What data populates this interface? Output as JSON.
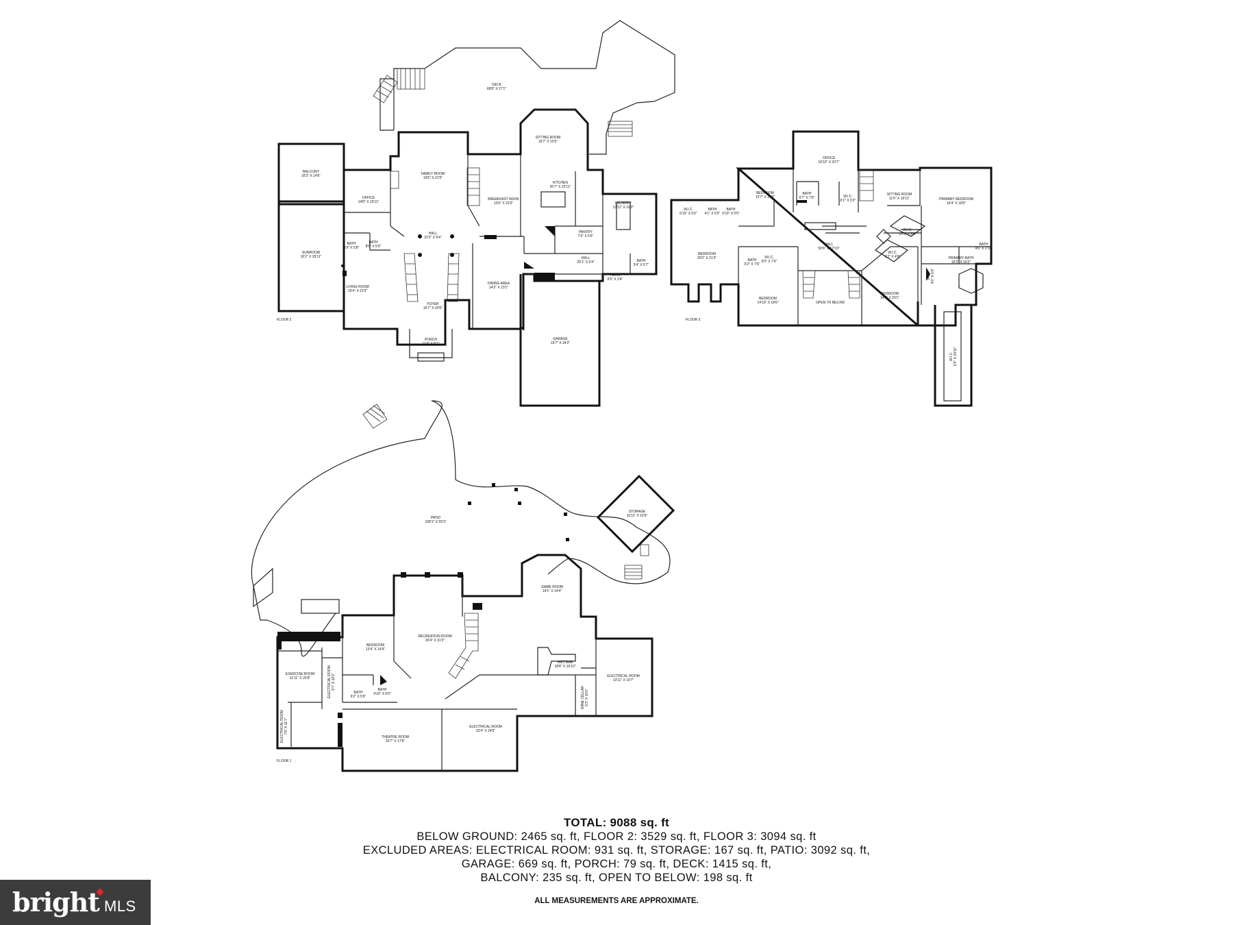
{
  "floor_labels": {
    "floor2": "FLOOR 2",
    "floor3": "FLOOR 3",
    "floor1": "FLOOR 1"
  },
  "rooms": {
    "deck": {
      "name": "DECK",
      "dim": "68'8\" X 27'1\""
    },
    "balcony": {
      "name": "BALCONY",
      "dim": "16'3\" X 14'6\""
    },
    "sunroom": {
      "name": "SUNROOM",
      "dim": "16'2\" X 26'11\""
    },
    "office2": {
      "name": "OFFICE",
      "dim": "14'8\" X 15'11\""
    },
    "bath2a": {
      "name": "BATH",
      "dim": "5'9\" X 5'8\""
    },
    "bath2b": {
      "name": "BATH",
      "dim": "8'6\" X 5'0\""
    },
    "family": {
      "name": "FAMILY ROOM",
      "dim": "19'6\" X 21'5\""
    },
    "hall2": {
      "name": "HALL",
      "dim": "22'2\" X 9'4\""
    },
    "living": {
      "name": "LIVING ROOM",
      "dim": "15'4\" X 22'3\""
    },
    "foyer": {
      "name": "FOYER",
      "dim": "16'7\" X 20'0\""
    },
    "porch": {
      "name": "PORCH",
      "dim": "11'4\" X 5'7\""
    },
    "sitting2": {
      "name": "SITTING ROOM",
      "dim": "15'7\" X 15'5\""
    },
    "breakfast": {
      "name": "BREAKFAST NOOK",
      "dim": "13'6\" X 22'3\""
    },
    "kitchen": {
      "name": "KITCHEN",
      "dim": "20'7\" X 22'11\""
    },
    "laundry": {
      "name": "LAUNDRY",
      "dim": "13'11\" X 10'2\""
    },
    "pantry": {
      "name": "PANTRY",
      "dim": "7'3\" X 5'6\""
    },
    "dining": {
      "name": "DINING AREA",
      "dim": "14'2\" X 23'1\""
    },
    "hallb": {
      "name": "HALL",
      "dim": "20'1\" X 5'4\""
    },
    "bathk": {
      "name": "BATH",
      "dim": "3'4\" X 5'7\""
    },
    "patio2": {
      "name": "PATIO",
      "dim": "6'5\" X 3'4\""
    },
    "garage": {
      "name": "GARAGE",
      "dim": "19'7\" X 34'2\""
    },
    "office3": {
      "name": "OFFICE",
      "dim": "16'10\" X 20'7\""
    },
    "bed3a": {
      "name": "BEDROOM",
      "dim": "15'7\" X 14'0\""
    },
    "bath3a": {
      "name": "BATH",
      "dim": "6'7\" X 7'6\""
    },
    "wic3a": {
      "name": "W.I.C.",
      "dim": "6'1\" X 5'2\""
    },
    "sitting3": {
      "name": "SITTING ROOM",
      "dim": "11'6\" X 16'11\""
    },
    "primary": {
      "name": "PRIMARY BEDROOM",
      "dim": "16'4\" X 18'0\""
    },
    "wic3b": {
      "name": "W.I.C.",
      "dim": "6'10\" X 5'5\""
    },
    "bath3b": {
      "name": "BATH",
      "dim": "4'1\" X 5'5\""
    },
    "bath3c": {
      "name": "BATH",
      "dim": "6'10\" X 5'5\""
    },
    "bed3b": {
      "name": "BEDROOM",
      "dim": "20'0\" X 21'3\""
    },
    "hall3": {
      "name": "HALL",
      "dim": "50'6\" X 12'10\""
    },
    "bath3d": {
      "name": "BATH",
      "dim": "6'2\" X 7'6\""
    },
    "wic3c": {
      "name": "W.I.C.",
      "dim": "6'5\" X 7'6\""
    },
    "wic3d": {
      "name": "W.I.C.",
      "dim": "10'0\" X 5'6\""
    },
    "wic3e": {
      "name": "W.I.C.",
      "dim": "6'2\" X 4'6\""
    },
    "bed3c": {
      "name": "BEDROOM",
      "dim": "14'10\" X 18'6\""
    },
    "open": {
      "name": "OPEN TO BELOW",
      "dim": ""
    },
    "bed3d": {
      "name": "BEDROOM",
      "dim": "14'0\" X 20'1\""
    },
    "pbath": {
      "name": "PRIMARY BATH",
      "dim": "16'3\" X 16'2\""
    },
    "bath3e": {
      "name": "BATH",
      "dim": "4'6\" X 2'11\""
    },
    "wc3": {
      "name": "W.C.",
      "dim": "4'0\" X 6'0\""
    },
    "wic3f": {
      "name": "W.I.C.",
      "dim": "6'4\" X 24'11\""
    },
    "patio1": {
      "name": "PATIO",
      "dim": "108'1\" X 55'3\""
    },
    "storage": {
      "name": "STORAGE",
      "dim": "10'11\" X 15'5\""
    },
    "game": {
      "name": "GAME ROOM",
      "dim": "14'1\" X 14'4\""
    },
    "rec": {
      "name": "RECREATION ROOM",
      "dim": "20'4\" X 31'3\""
    },
    "bed1": {
      "name": "BEDROOM",
      "dim": "13'4\" X 14'9\""
    },
    "wetbar": {
      "name": "WET BAR",
      "dim": "18'8\" X 16'10\""
    },
    "elec1": {
      "name": "ELECTRICAL ROOM",
      "dim": "13'11\" X 19'7\""
    },
    "exercise": {
      "name": "EXERCISE ROOM",
      "dim": "11'11\" X 25'8\""
    },
    "elec2": {
      "name": "ELECTRICAL ROOM",
      "dim": "6'7\" X 10'2\""
    },
    "bath1a": {
      "name": "BATH",
      "dim": "6'2\" X 5'6\""
    },
    "bath1b": {
      "name": "BATH",
      "dim": "4'10\" X 6'9\""
    },
    "wine": {
      "name": "WINE CELLAR",
      "dim": "5'3\" X 10'0\""
    },
    "theatre": {
      "name": "THEATRE ROOM",
      "dim": "20'7\" X 17'9\""
    },
    "elec3": {
      "name": "ELECTRICAL ROOM",
      "dim": "32'4\" X 24'5\""
    },
    "elec4": {
      "name": "ELECTRICAL ROOM",
      "dim": "7'8\" X 11'7\""
    }
  },
  "summary": {
    "total": "TOTAL: 9088 sq. ft",
    "line1": "BELOW GROUND: 2465 sq. ft, FLOOR 2: 3529 sq. ft, FLOOR 3: 3094 sq. ft",
    "line2": "EXCLUDED AREAS: ELECTRICAL ROOM: 931 sq. ft, STORAGE: 167 sq. ft, PATIO: 3092 sq. ft,",
    "line3": "GARAGE: 669 sq. ft, PORCH: 79 sq. ft, DECK: 1415 sq. ft,",
    "line4": "BALCONY: 235 sq. ft, OPEN TO BELOW: 198 sq. ft",
    "note": "ALL MEASUREMENTS ARE APPROXIMATE."
  },
  "logo": {
    "brand": "bright",
    "suffix": "MLS",
    "accent": "#e0262a",
    "background": "#3c3c3c"
  }
}
